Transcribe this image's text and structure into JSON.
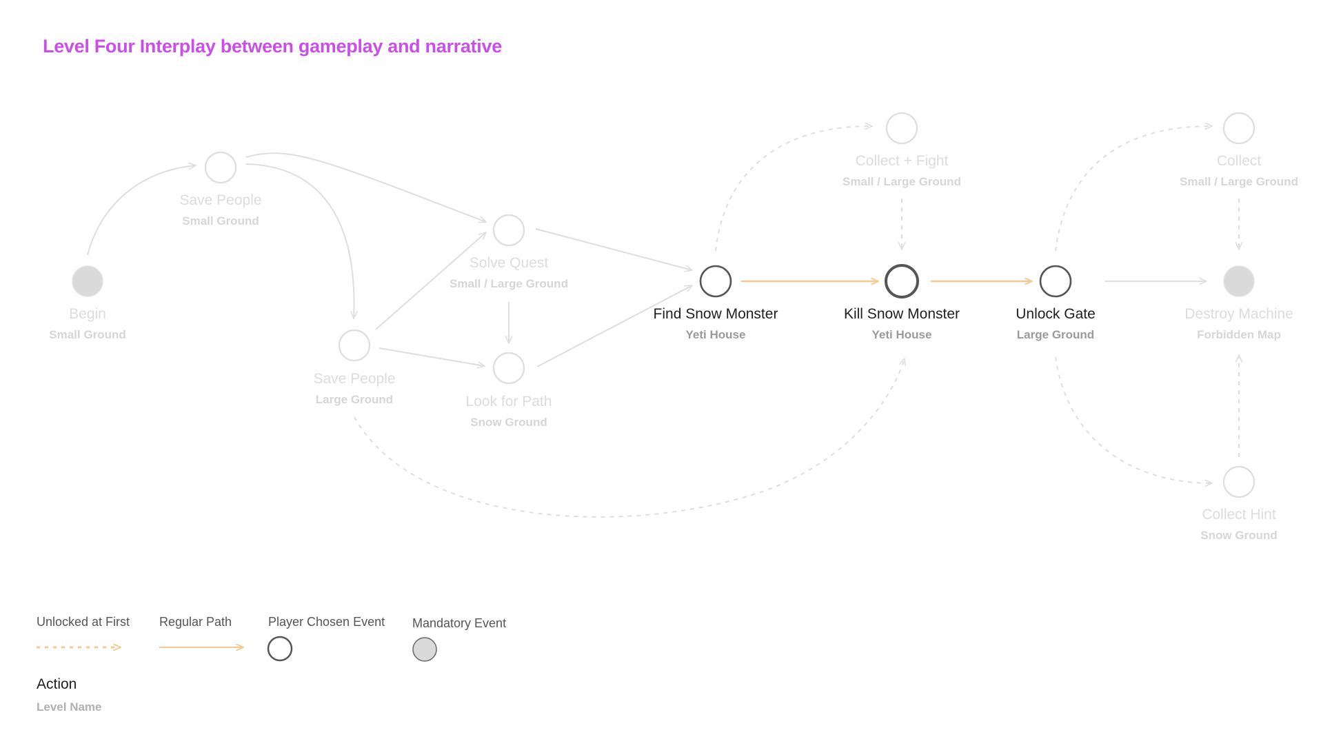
{
  "title": "Level Four Interplay between gameplay and narrative",
  "colors": {
    "title": "#c94fe8",
    "active_path": "#f7c88f",
    "faded": "#dedede",
    "faded_text": "#dcdcdc",
    "faded_sub": "#d6d6d6",
    "active_text": "#1e1e1e",
    "active_sub": "#9a9a9a",
    "node_fill_mandatory": "#dadada"
  },
  "nodes": [
    {
      "id": "begin",
      "action": "Begin",
      "level": "Small Ground",
      "kind": "mandatory",
      "active": false
    },
    {
      "id": "save1",
      "action": "Save People",
      "level": "Small Ground",
      "kind": "chosen",
      "active": false
    },
    {
      "id": "save2",
      "action": "Save People",
      "level": "Large Ground",
      "kind": "chosen",
      "active": false
    },
    {
      "id": "quest",
      "action": "Solve Quest",
      "level": "Small / Large Ground",
      "kind": "chosen",
      "active": false
    },
    {
      "id": "path",
      "action": "Look for Path",
      "level": "Snow Ground",
      "kind": "chosen",
      "active": false
    },
    {
      "id": "find",
      "action": "Find Snow Monster",
      "level": "Yeti House",
      "kind": "chosen",
      "active": true
    },
    {
      "id": "kill",
      "action": "Kill Snow Monster",
      "level": "Yeti House",
      "kind": "chosen",
      "active": true
    },
    {
      "id": "collectfight",
      "action": "Collect + Fight",
      "level": "Small / Large Ground",
      "kind": "chosen",
      "active": false
    },
    {
      "id": "unlock",
      "action": "Unlock Gate",
      "level": "Large Ground",
      "kind": "chosen",
      "active": true
    },
    {
      "id": "collect",
      "action": "Collect",
      "level": "Small / Large Ground",
      "kind": "chosen",
      "active": false
    },
    {
      "id": "destroy",
      "action": "Destroy Machine",
      "level": "Forbidden Map",
      "kind": "mandatory",
      "active": false
    },
    {
      "id": "hint",
      "action": "Collect Hint",
      "level": "Snow Ground",
      "kind": "chosen",
      "active": false
    }
  ],
  "edges": [
    {
      "from": "begin",
      "to": "save1",
      "style": "regular",
      "active": false
    },
    {
      "from": "save1",
      "to": "quest",
      "style": "regular",
      "active": false
    },
    {
      "from": "save1",
      "to": "save2",
      "style": "regular",
      "active": false
    },
    {
      "from": "save2",
      "to": "quest",
      "style": "regular",
      "active": false
    },
    {
      "from": "save2",
      "to": "path",
      "style": "regular",
      "active": false
    },
    {
      "from": "quest",
      "to": "path",
      "style": "regular",
      "active": false
    },
    {
      "from": "quest",
      "to": "find",
      "style": "regular",
      "active": false
    },
    {
      "from": "path",
      "to": "find",
      "style": "regular",
      "active": false
    },
    {
      "from": "find",
      "to": "kill",
      "style": "regular",
      "active": true
    },
    {
      "from": "kill",
      "to": "unlock",
      "style": "regular",
      "active": true
    },
    {
      "from": "unlock",
      "to": "destroy",
      "style": "regular",
      "active": false
    },
    {
      "from": "find",
      "to": "collectfight",
      "style": "unlocked",
      "active": false
    },
    {
      "from": "collectfight",
      "to": "kill",
      "style": "unlocked",
      "active": false
    },
    {
      "from": "save2",
      "to": "kill",
      "style": "unlocked",
      "active": false
    },
    {
      "from": "unlock",
      "to": "collect",
      "style": "unlocked",
      "active": false
    },
    {
      "from": "collect",
      "to": "destroy",
      "style": "unlocked",
      "active": false
    },
    {
      "from": "unlock",
      "to": "hint",
      "style": "unlocked",
      "active": false
    },
    {
      "from": "hint",
      "to": "destroy",
      "style": "unlocked",
      "active": false
    }
  ],
  "legend": {
    "unlocked_at_first": "Unlocked at First",
    "regular_path": "Regular Path",
    "player_chosen_event": "Player Chosen Event",
    "mandatory_event": "Mandatory Event",
    "action_label": "Action",
    "level_name_label": "Level Name"
  }
}
